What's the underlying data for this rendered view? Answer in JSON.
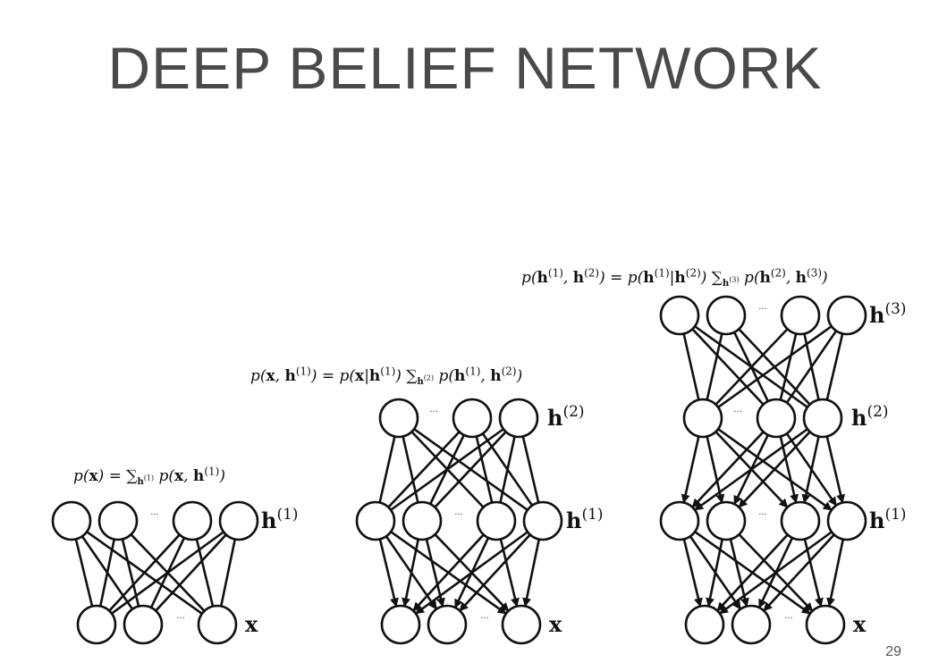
{
  "title": "DEEP BELIEF NETWORK",
  "page_number": "29",
  "ellipsis": "···",
  "formulas": {
    "one_layer": "p(x) = Σ_h(1) p(x, h(1))",
    "two_layer": "p(x, h(1)) = p(x|h(1)) Σ_h(2) p(h(1), h(2))",
    "three_layer": "p(h(1), h(2)) = p(h(1)|h(2)) Σ_h(3) p(h(2), h(3))"
  },
  "labels": {
    "x": "x",
    "h1": "h(1)",
    "h2": "h(2)",
    "h3": "h(3)"
  },
  "networks": [
    {
      "name": "one-layer-dbn",
      "layers": [
        "h1",
        "x"
      ],
      "connections": [
        {
          "from": "h1",
          "to": "x",
          "type": "undirected"
        }
      ]
    },
    {
      "name": "two-layer-dbn",
      "layers": [
        "h2",
        "h1",
        "x"
      ],
      "connections": [
        {
          "from": "h2",
          "to": "h1",
          "type": "undirected"
        },
        {
          "from": "h1",
          "to": "x",
          "type": "directed"
        }
      ]
    },
    {
      "name": "three-layer-dbn",
      "layers": [
        "h3",
        "h2",
        "h1",
        "x"
      ],
      "connections": [
        {
          "from": "h3",
          "to": "h2",
          "type": "undirected"
        },
        {
          "from": "h2",
          "to": "h1",
          "type": "directed"
        },
        {
          "from": "h1",
          "to": "x",
          "type": "directed"
        }
      ]
    }
  ]
}
